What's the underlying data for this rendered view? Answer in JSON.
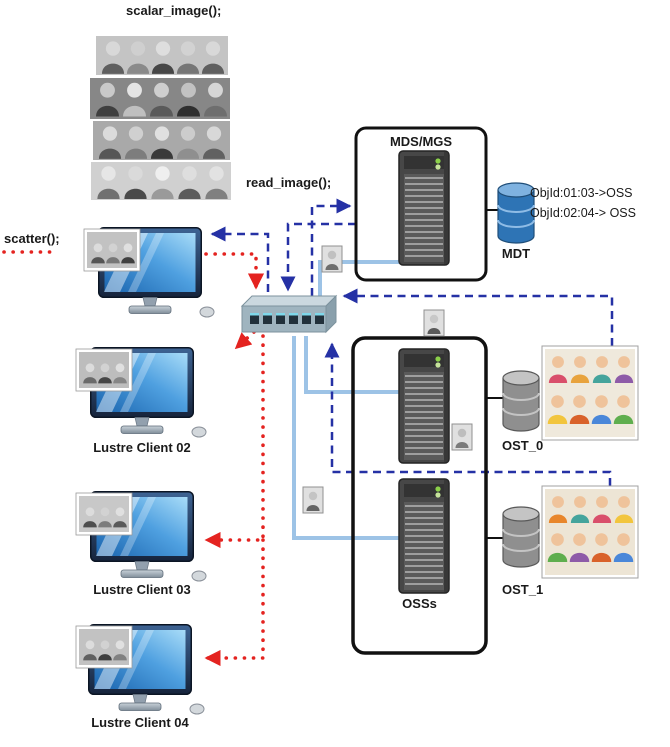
{
  "annotations": {
    "scalar_image": "scalar_image();",
    "read_image": "read_image();",
    "scatter": "scatter();"
  },
  "metadata_server": {
    "box_label": "MDS/MGS",
    "target_label": "MDT",
    "mappings": [
      "ObjId:01:03->OSS",
      "ObjId:02:04-> OSS"
    ]
  },
  "object_servers": {
    "box_label": "OSSs",
    "targets": [
      "OST_0",
      "OST_1"
    ]
  },
  "clients": {
    "labels": [
      "Lustre Client 02",
      "Lustre Client 03",
      "Lustre Client 04"
    ]
  },
  "colors": {
    "request_arrow_blue": "#2531A5",
    "scatter_arrow_red": "#E42320",
    "network_link_blue": "#9DC3E6"
  }
}
